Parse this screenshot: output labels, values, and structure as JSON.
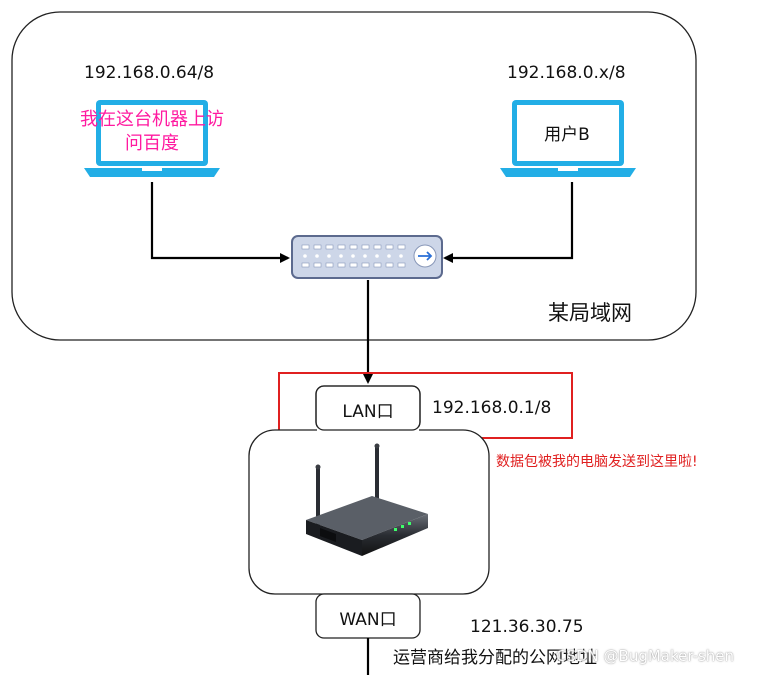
{
  "laptops": {
    "left": {
      "ip": "192.168.0.64/8",
      "screen_text": "我在这台机器上访问百度"
    },
    "right": {
      "ip": "192.168.0.x/8",
      "screen_text": "用户B"
    }
  },
  "lan": {
    "label": "某局域网"
  },
  "router": {
    "lan_port": {
      "label": "LAN口",
      "ip": "192.168.0.1/8"
    },
    "wan_port": {
      "label": "WAN口",
      "ip": "121.36.30.75"
    },
    "annotation": "数据包被我的电脑发送到这里啦!",
    "isp_note": "运营商给我分配的公网地址"
  },
  "watermark": "CSDN @BugMaker-shen",
  "colors": {
    "laptop": "#22aee6",
    "highlight": "#e02020",
    "pink_text": "#ff1aa0",
    "switch": "#cdd6e8"
  },
  "icons": [
    "laptop-icon",
    "switch-icon",
    "router-icon",
    "arrow-right-icon"
  ]
}
